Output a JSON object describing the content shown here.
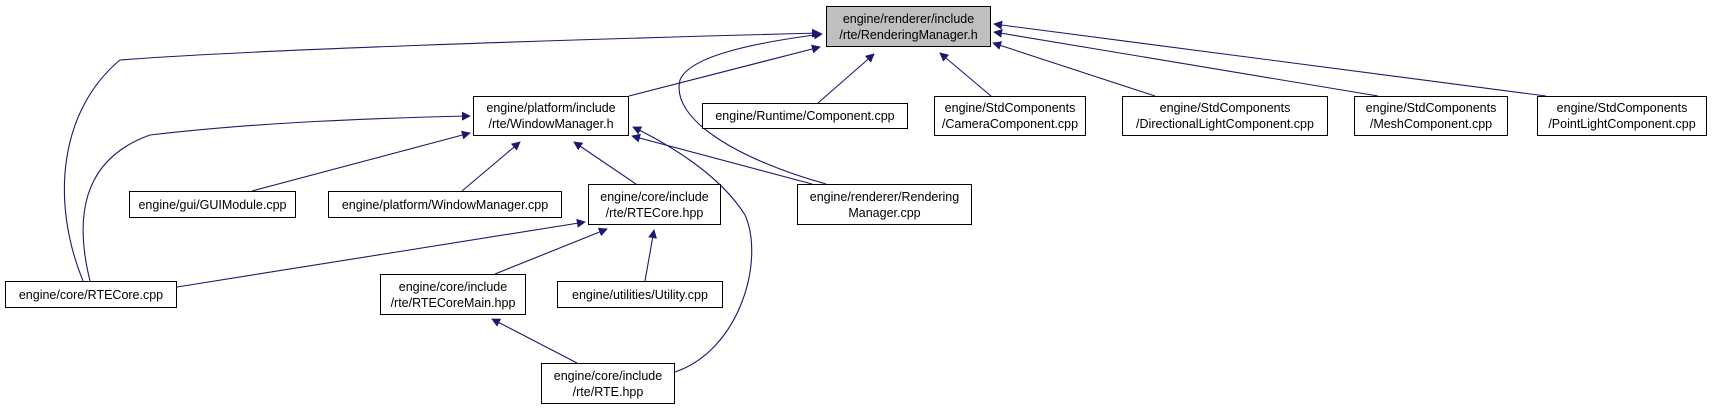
{
  "colors": {
    "edge": "#191970",
    "focus_fill": "#bfbfbf",
    "node_fill": "#ffffff",
    "node_border": "#000000"
  },
  "nodes": {
    "rendering_manager_h": [
      "engine/renderer/include",
      "/rte/RenderingManager.h"
    ],
    "window_manager_h": [
      "engine/platform/include",
      "/rte/WindowManager.h"
    ],
    "component_cpp": [
      "engine/Runtime/Component.cpp"
    ],
    "camera_component_cpp": [
      "engine/StdComponents",
      "/CameraComponent.cpp"
    ],
    "directional_light_component_cpp": [
      "engine/StdComponents",
      "/DirectionalLightComponent.cpp"
    ],
    "mesh_component_cpp": [
      "engine/StdComponents",
      "/MeshComponent.cpp"
    ],
    "point_light_component_cpp": [
      "engine/StdComponents",
      "/PointLightComponent.cpp"
    ],
    "gui_module_cpp": [
      "engine/gui/GUIModule.cpp"
    ],
    "window_manager_cpp": [
      "engine/platform/WindowManager.cpp"
    ],
    "rte_core_hpp": [
      "engine/core/include",
      "/rte/RTECore.hpp"
    ],
    "rendering_manager_cpp": [
      "engine/renderer/Rendering",
      "Manager.cpp"
    ],
    "rte_core_cpp": [
      "engine/core/RTECore.cpp"
    ],
    "rte_core_main_hpp": [
      "engine/core/include",
      "/rte/RTECoreMain.hpp"
    ],
    "utility_cpp": [
      "engine/utilities/Utility.cpp"
    ],
    "rte_hpp": [
      "engine/core/include",
      "/rte/RTE.hpp"
    ]
  }
}
